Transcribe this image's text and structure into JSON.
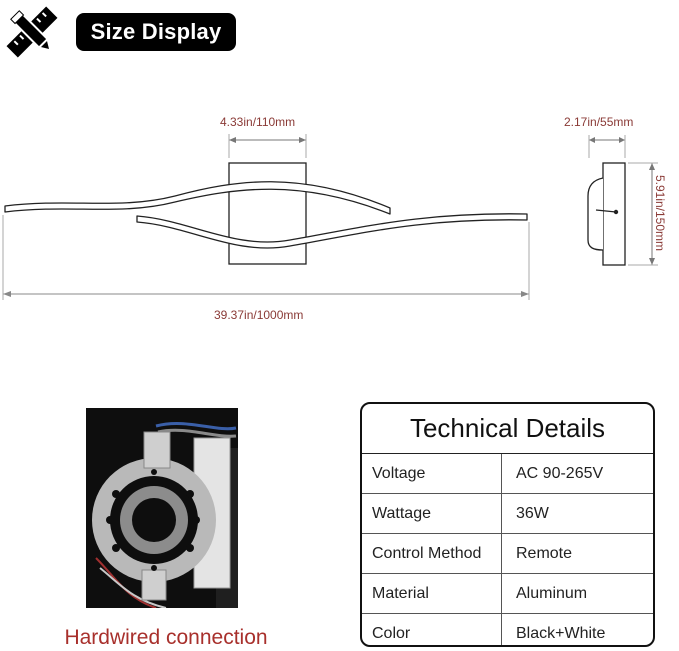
{
  "header": {
    "badge_label": "Size Display",
    "icon": "pencil-ruler-icon"
  },
  "dimensions": {
    "mount_width": "4.33in/110mm",
    "depth": "2.17in/55mm",
    "height": "5.91in/150mm",
    "total_length": "39.37in/1000mm"
  },
  "photo": {
    "caption": "Hardwired connection"
  },
  "specs": {
    "title": "Technical Details",
    "rows": [
      {
        "label": "Voltage",
        "value": "AC 90-265V"
      },
      {
        "label": "Wattage",
        "value": "36W"
      },
      {
        "label": "Control Method",
        "value": "Remote"
      },
      {
        "label": "Material",
        "value": "Aluminum"
      },
      {
        "label": "Color",
        "value": "Black+White"
      }
    ]
  },
  "colors": {
    "dimension_text": "#8a3a36",
    "caption_text": "#a8302c",
    "badge_bg": "#000000"
  }
}
